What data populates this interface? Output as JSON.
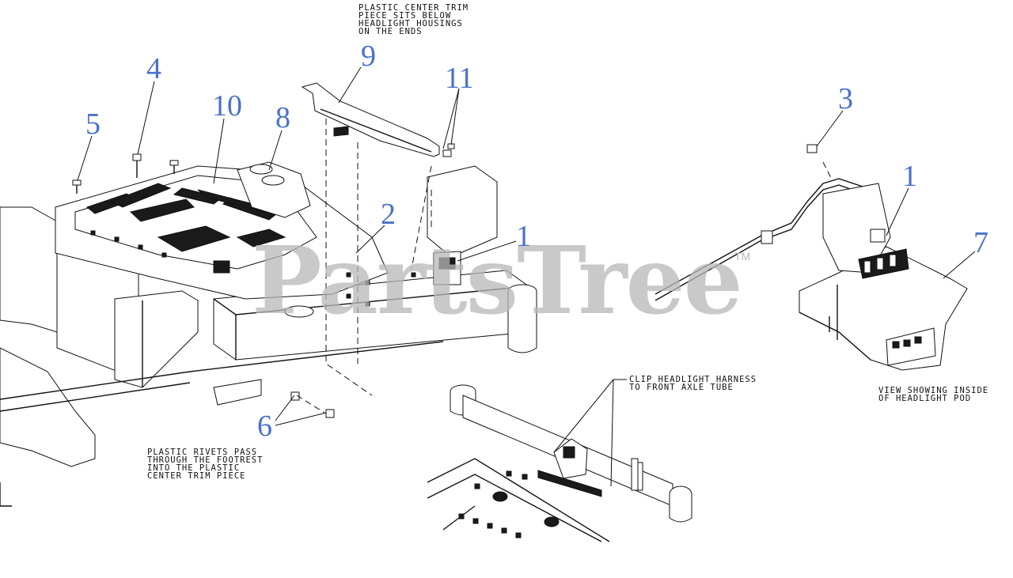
{
  "callouts": {
    "c1a": "1",
    "c1b": "1",
    "c2": "2",
    "c3": "3",
    "c4": "4",
    "c5": "5",
    "c6": "6",
    "c7": "7",
    "c8": "8",
    "c9": "9",
    "c10": "10",
    "c11": "11"
  },
  "notes": {
    "trim_piece": "PLASTIC CENTER TRIM\nPIECE SITS BELOW\nHEADLIGHT HOUSINGS\nON THE ENDS",
    "clip_harness": "CLIP HEADLIGHT HARNESS\nTO FRONT AXLE TUBE",
    "headlight_pod": "VIEW SHOWING INSIDE\nOF HEADLIGHT POD",
    "plastic_rivets": "PLASTIC RIVETS PASS\nTHROUGH THE FOOTREST\nINTO THE PLASTIC\nCENTER TRIM PIECE"
  },
  "watermark": {
    "brand": "PartsTree",
    "tm": "TM"
  },
  "colors": {
    "callout": "#4a72c8",
    "line": "#111111",
    "watermark": "#b8b8b8"
  }
}
